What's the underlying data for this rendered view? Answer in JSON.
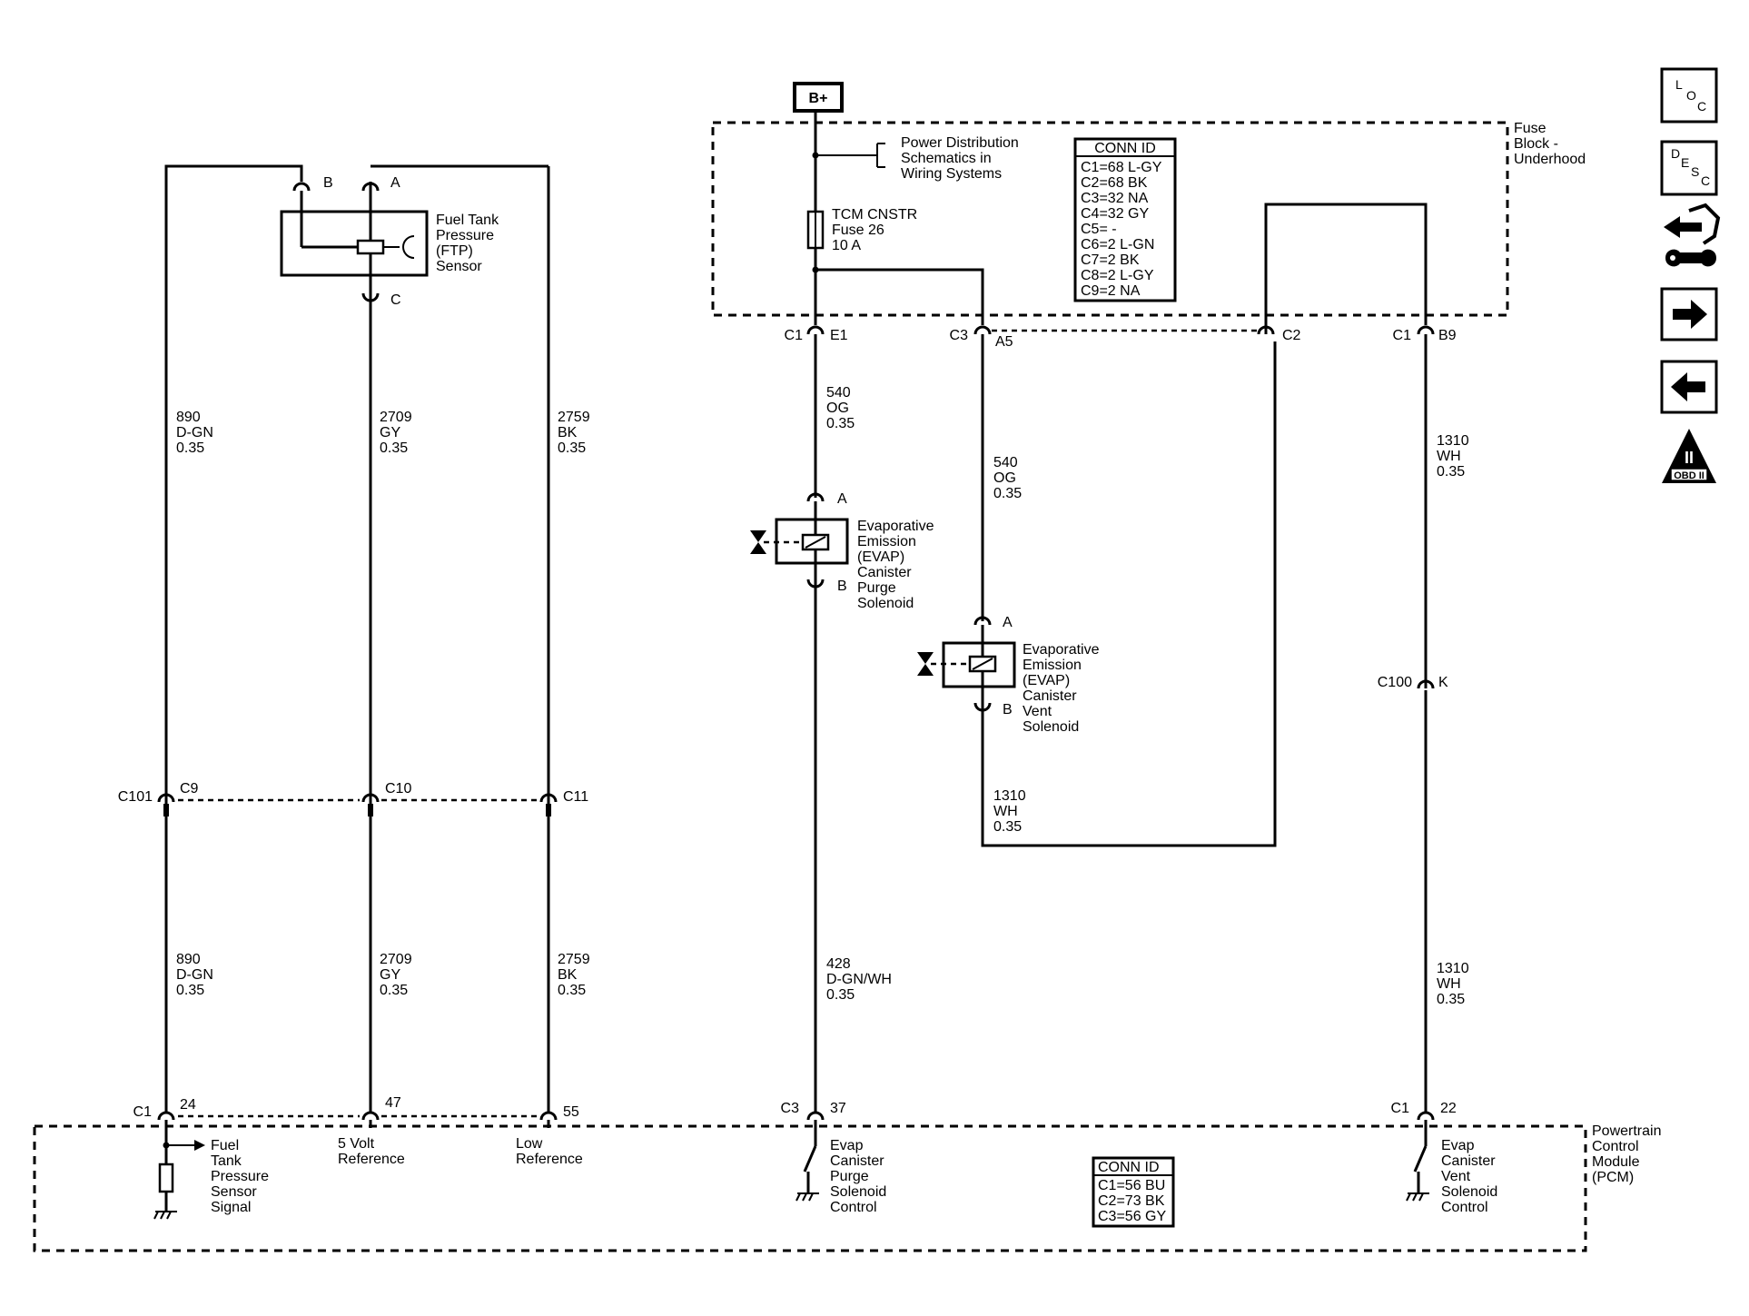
{
  "power": {
    "label": "B+"
  },
  "fuse_block": {
    "label_lines": [
      "Fuse",
      "Block -",
      "Underhood"
    ],
    "power_ref_lines": [
      "Power Distribution",
      "Schematics in",
      "Wiring Systems"
    ],
    "fuse_lines": [
      "TCM CNSTR",
      "Fuse 26",
      "10 A"
    ],
    "conn_id": {
      "title": "CONN ID",
      "rows": [
        "C1=68 L-GY",
        "C2=68 BK",
        "C3=32 NA",
        "C4=32 GY",
        "C5= -",
        "C6=2 L-GN",
        "C7=2 BK",
        "C8=2 L-GY",
        "C9=2 NA"
      ]
    },
    "pins": {
      "c1_e1": [
        "C1",
        "E1"
      ],
      "c3_a5": [
        "C3",
        "A5"
      ],
      "c2": "C2",
      "c1_b9": [
        "C1",
        "B9"
      ]
    }
  },
  "ftp_sensor": {
    "label_lines": [
      "Fuel Tank",
      "Pressure",
      "(FTP)",
      "Sensor"
    ],
    "pins": {
      "b": "B",
      "a": "A",
      "c": "C"
    }
  },
  "wires": {
    "w890_upper": [
      "890",
      "D-GN",
      "0.35"
    ],
    "w2709_upper": [
      "2709",
      "GY",
      "0.35"
    ],
    "w2759_upper": [
      "2759",
      "BK",
      "0.35"
    ],
    "w890_lower": [
      "890",
      "D-GN",
      "0.35"
    ],
    "w2709_lower": [
      "2709",
      "GY",
      "0.35"
    ],
    "w2759_lower": [
      "2759",
      "BK",
      "0.35"
    ],
    "w540_purge": [
      "540",
      "OG",
      "0.35"
    ],
    "w540_vent": [
      "540",
      "OG",
      "0.35"
    ],
    "w428": [
      "428",
      "D-GN/WH",
      "0.35"
    ],
    "w1310_vent": [
      "1310",
      "WH",
      "0.35"
    ],
    "w1310_upper": [
      "1310",
      "WH",
      "0.35"
    ],
    "w1310_lower": [
      "1310",
      "WH",
      "0.35"
    ]
  },
  "c101": {
    "label": "C101",
    "pins": [
      "C9",
      "C10",
      "C11"
    ]
  },
  "purge_solenoid": {
    "label_lines": [
      "Evaporative",
      "Emission",
      "(EVAP)",
      "Canister",
      "Purge",
      "Solenoid"
    ],
    "pins": {
      "a": "A",
      "b": "B"
    }
  },
  "vent_solenoid": {
    "label_lines": [
      "Evaporative",
      "Emission",
      "(EVAP)",
      "Canister",
      "Vent",
      "Solenoid"
    ],
    "pins": {
      "a": "A",
      "b": "B"
    }
  },
  "c100": {
    "label": "C100",
    "pin": "K"
  },
  "pcm": {
    "label_lines": [
      "Powertrain",
      "Control",
      "Module",
      "(PCM)"
    ],
    "conn_id": {
      "title": "CONN ID",
      "rows": [
        "C1=56 BU",
        "C2=73 BK",
        "C3=56 GY"
      ]
    },
    "pins": {
      "c1_24": [
        "C1",
        "24"
      ],
      "p47": "47",
      "p55": "55",
      "c3_37": [
        "C3",
        "37"
      ],
      "c1_22": [
        "C1",
        "22"
      ]
    },
    "circuits": {
      "ftp_signal": [
        "Fuel",
        "Tank",
        "Pressure",
        "Sensor",
        "Signal"
      ],
      "ref_5v": [
        "5 Volt",
        "Reference"
      ],
      "low_ref": [
        "Low",
        "Reference"
      ],
      "purge_control": [
        "Evap",
        "Canister",
        "Purge",
        "Solenoid",
        "Control"
      ],
      "vent_control": [
        "Evap",
        "Canister",
        "Vent",
        "Solenoid",
        "Control"
      ]
    }
  },
  "nav_icons": [
    {
      "name": "loc-icon",
      "letters": [
        "L",
        "O",
        "C"
      ]
    },
    {
      "name": "desc-icon",
      "letters": [
        "D",
        "E",
        "S",
        "C"
      ]
    },
    {
      "name": "connector-repair-icon"
    },
    {
      "name": "next-arrow-icon"
    },
    {
      "name": "previous-arrow-icon"
    },
    {
      "name": "obd-ii-icon",
      "label": "OBD II",
      "numeral": "II"
    }
  ]
}
